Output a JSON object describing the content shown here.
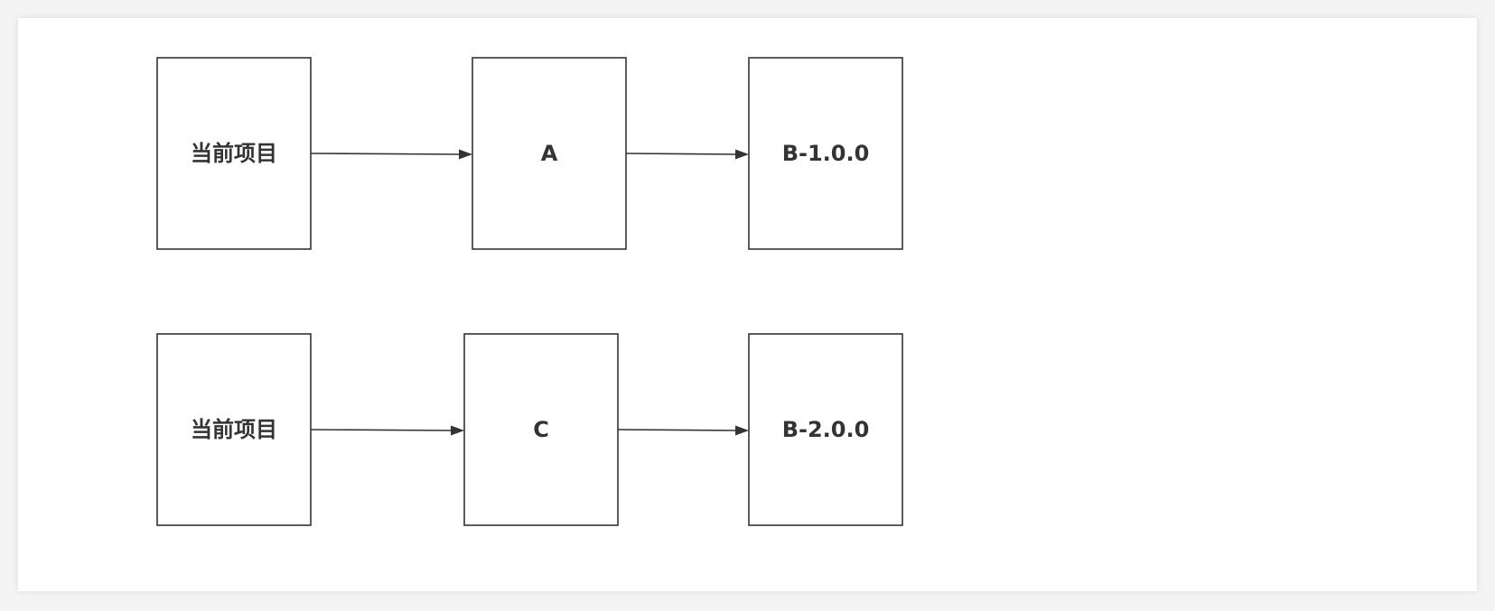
{
  "diagram": {
    "nodes": [
      {
        "id": "row1-current",
        "label": "当前项目"
      },
      {
        "id": "row1-a",
        "label": "A"
      },
      {
        "id": "row1-b",
        "label": "B-1.0.0"
      },
      {
        "id": "row2-current",
        "label": "当前项目"
      },
      {
        "id": "row2-c",
        "label": "C"
      },
      {
        "id": "row2-b",
        "label": "B-2.0.0"
      }
    ],
    "edges": [
      {
        "from": "row1-current",
        "to": "row1-a"
      },
      {
        "from": "row1-a",
        "to": "row1-b"
      },
      {
        "from": "row2-current",
        "to": "row2-c"
      },
      {
        "from": "row2-c",
        "to": "row2-b"
      }
    ]
  }
}
